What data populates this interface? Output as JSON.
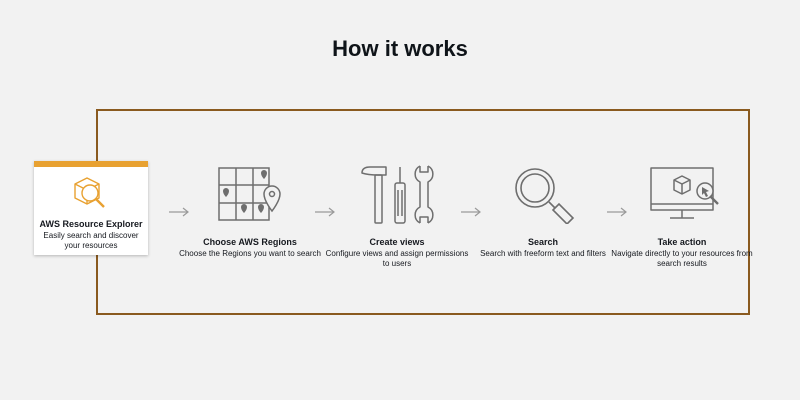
{
  "title": "How it works",
  "colors": {
    "frame": "#8a5a1f",
    "accent": "#e8a131",
    "icon_stroke": "#6e6e6e"
  },
  "card": {
    "title": "AWS Resource Explorer",
    "description": "Easily search and discover your resources",
    "icon": "resource-explorer-icon"
  },
  "steps": [
    {
      "title": "Choose AWS Regions",
      "description": "Choose the Regions you want to search",
      "icon": "region-map-icon"
    },
    {
      "title": "Create views",
      "description": "Configure views and assign permissions to users",
      "icon": "tools-icon"
    },
    {
      "title": "Search",
      "description": "Search with freeform text and filters",
      "icon": "magnifier-icon"
    },
    {
      "title": "Take action",
      "description": "Navigate directly to your resources from search results",
      "icon": "monitor-action-icon"
    }
  ]
}
